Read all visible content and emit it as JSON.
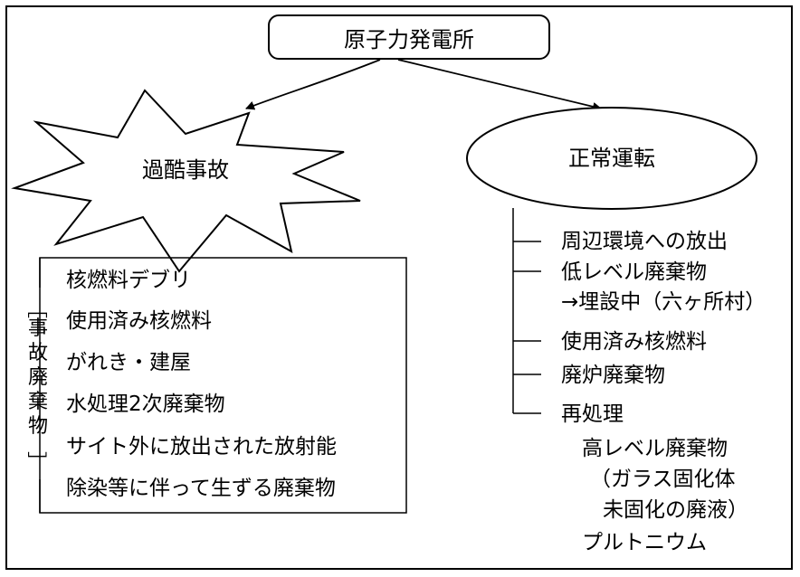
{
  "root": {
    "label": "原子力発電所"
  },
  "accident": {
    "label": "過酷事故"
  },
  "normal": {
    "label": "正常運転"
  },
  "accident_waste": {
    "vertical_label": [
      "事",
      "故",
      "廃",
      "棄",
      "物"
    ],
    "bracket_open": "［",
    "bracket_close": "］",
    "items": [
      "核燃料デブリ",
      "使用済み核燃料",
      "がれき・建屋",
      "水処理2次廃棄物",
      "サイト外に放出された放射能",
      "除染等に伴って生ずる廃棄物"
    ]
  },
  "normal_items": {
    "item1": "周辺環境への放出",
    "item2": "低レベル廃棄物",
    "item2_sub": "→埋設中（六ヶ所村）",
    "item3": "使用済み核燃料",
    "item4": "廃炉廃棄物",
    "item5": "再処理",
    "item5_sub1": "高レベル廃棄物",
    "item5_sub2": "（ガラス固化体",
    "item5_sub3": "未固化の廃液）",
    "item5_sub4": "プルトニウム"
  }
}
